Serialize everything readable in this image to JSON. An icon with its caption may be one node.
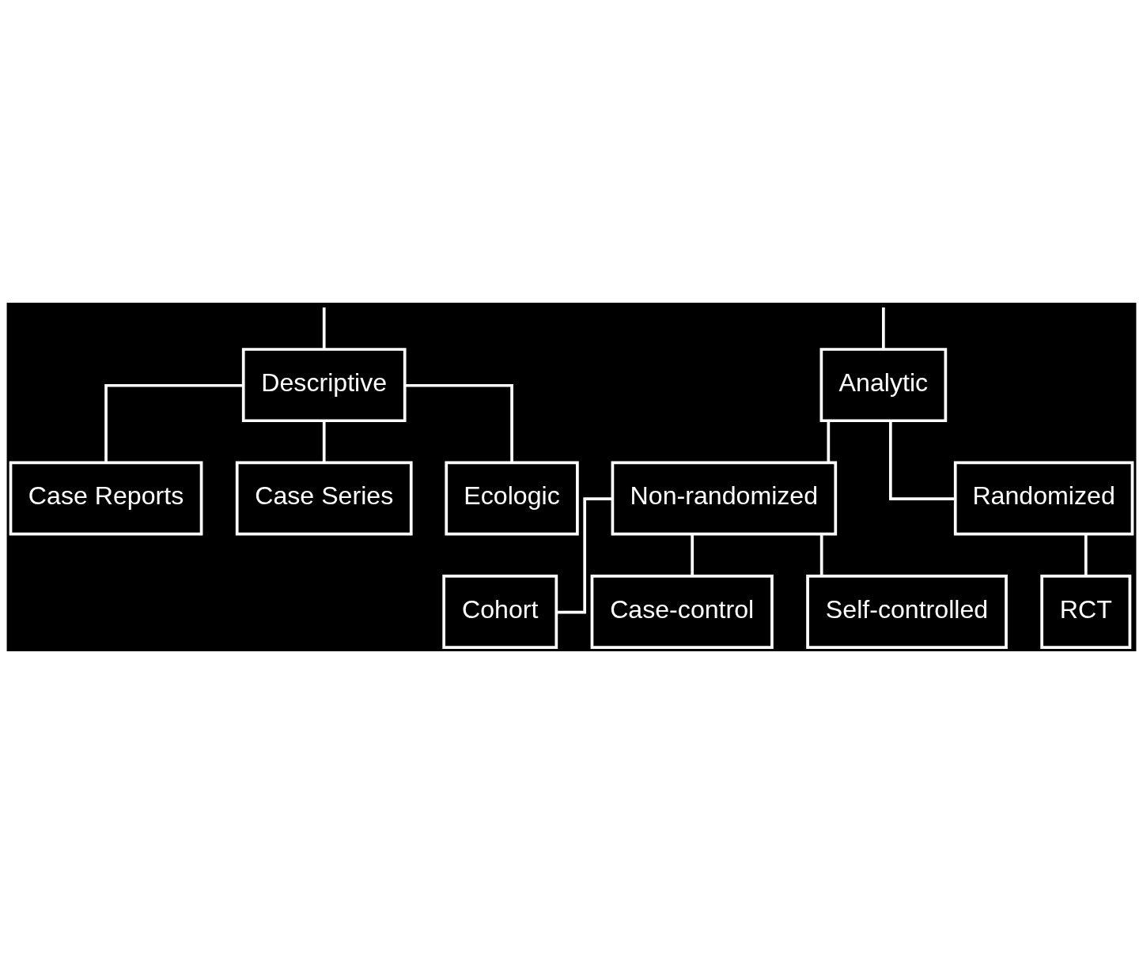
{
  "diagram": {
    "nodes": [
      {
        "text": [
          "Descriptive"
        ]
      },
      {
        "text": [
          "Analytic"
        ]
      },
      {
        "text": [
          "Case Reports"
        ]
      },
      {
        "text": [
          "Case Series"
        ]
      },
      {
        "text": [
          "Ecologic"
        ]
      },
      {
        "text": [
          "Non-randomized"
        ]
      },
      {
        "text": [
          "Randomized"
        ]
      },
      {
        "text": [
          "Cohort"
        ]
      },
      {
        "text": [
          "Case-control"
        ]
      },
      {
        "text": [
          "Self-controlled"
        ]
      },
      {
        "text": [
          "RCT"
        ]
      }
    ],
    "edges": [
      {
        "from": null,
        "to": 0,
        "arrow": "none"
      },
      {
        "from": null,
        "to": 1,
        "arrow": "none"
      },
      {
        "from": 0,
        "to": 2,
        "arrow": "none"
      },
      {
        "from": 0,
        "to": 3,
        "arrow": "none"
      },
      {
        "from": 0,
        "to": 4,
        "arrow": "none"
      },
      {
        "from": 1,
        "to": 5,
        "arrow": "none"
      },
      {
        "from": 1,
        "to": 6,
        "arrow": "none"
      },
      {
        "from": 5,
        "to": 7,
        "arrow": "none"
      },
      {
        "from": 5,
        "to": 8,
        "arrow": "none"
      },
      {
        "from": 5,
        "to": 9,
        "arrow": "none"
      },
      {
        "from": 6,
        "to": 10,
        "arrow": "none"
      }
    ]
  }
}
